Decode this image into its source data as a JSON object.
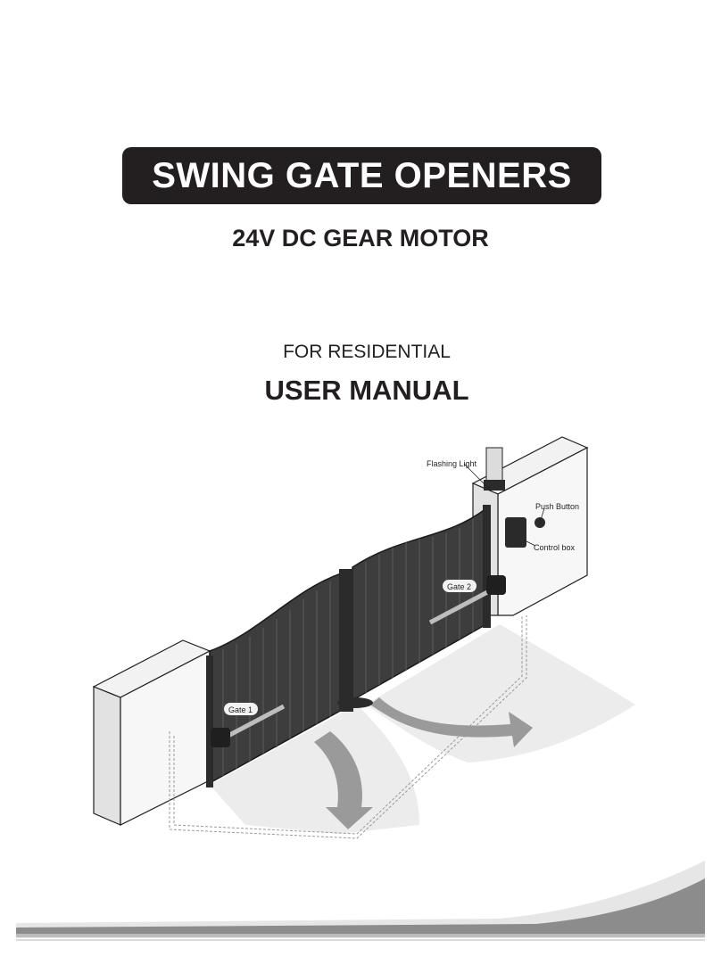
{
  "cover": {
    "title": "SWING GATE OPENERS",
    "subtitle": "24V DC GEAR MOTOR",
    "for_line": "FOR RESIDENTIAL",
    "manual_line": "USER MANUAL"
  },
  "illustration": {
    "labels": {
      "flashing_light": "Flashing Light",
      "push_button": "Push Button",
      "control_box": "Control box",
      "gate_2": "Gate 2",
      "gate_1": "Gate 1"
    }
  },
  "colors": {
    "banner": "#231f20",
    "gate": "#3a3a3a",
    "swing_area": "#e6e6e6",
    "arrow": "#9a9a9a",
    "footer_gray": "#8c8c8c"
  }
}
